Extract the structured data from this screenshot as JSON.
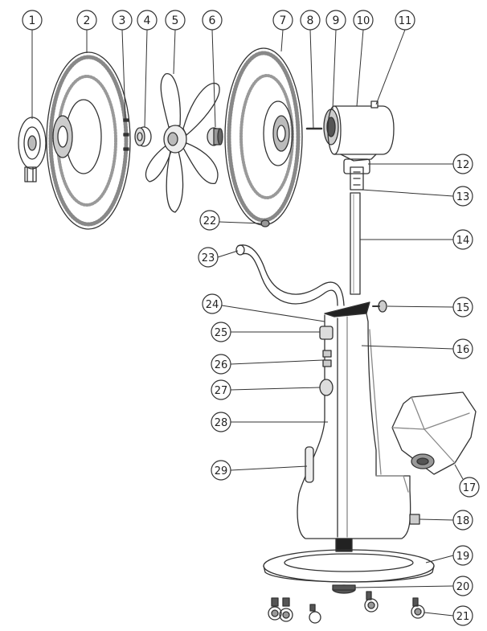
{
  "colors": {
    "background": "#ffffff",
    "line": "#333333",
    "label_fill": "#ffffff"
  },
  "callouts": [
    {
      "num": "1",
      "part": "spinner-cap"
    },
    {
      "num": "2",
      "part": "front-guard"
    },
    {
      "num": "3",
      "part": "guard-clips"
    },
    {
      "num": "4",
      "part": "blade-nut"
    },
    {
      "num": "5",
      "part": "fan-blade"
    },
    {
      "num": "6",
      "part": "guard-nut"
    },
    {
      "num": "7",
      "part": "rear-guard"
    },
    {
      "num": "8",
      "part": "motor-shaft"
    },
    {
      "num": "9",
      "part": "motor-front-plate"
    },
    {
      "num": "10",
      "part": "motor-housing"
    },
    {
      "num": "11",
      "part": "oscillation-knob"
    },
    {
      "num": "12",
      "part": "tilt-joint"
    },
    {
      "num": "13",
      "part": "height-clamp"
    },
    {
      "num": "14",
      "part": "inner-pole"
    },
    {
      "num": "15",
      "part": "fixing-screw"
    },
    {
      "num": "16",
      "part": "body-column"
    },
    {
      "num": "17",
      "part": "water-tank"
    },
    {
      "num": "18",
      "part": "drain-plug"
    },
    {
      "num": "19",
      "part": "base-plate"
    },
    {
      "num": "20",
      "part": "base-nut"
    },
    {
      "num": "21",
      "part": "caster-wheels"
    },
    {
      "num": "22",
      "part": "guard-lock-screw"
    },
    {
      "num": "23",
      "part": "mist-hose"
    },
    {
      "num": "24",
      "part": "hose-outlet"
    },
    {
      "num": "25",
      "part": "power-switch"
    },
    {
      "num": "26",
      "part": "control-buttons"
    },
    {
      "num": "27",
      "part": "mist-knob"
    },
    {
      "num": "28",
      "part": "front-cover"
    },
    {
      "num": "29",
      "part": "water-level-window"
    }
  ]
}
